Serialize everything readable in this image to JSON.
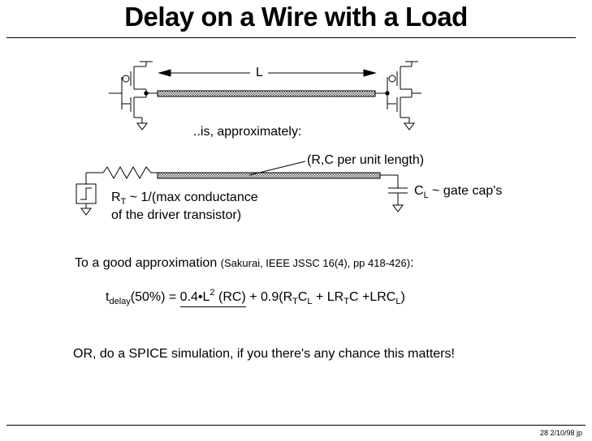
{
  "title": "Delay on a Wire with a Load",
  "diagram_top": {
    "length_label": "L"
  },
  "approx_text": "..is, approximately:",
  "diagram_bottom": {
    "rc_label": "(R,C per unit length)",
    "rt_label": "R",
    "rt_sub": "T",
    "rt_desc": " ~ 1/(max conductance",
    "rt_desc2": "of the driver transistor)",
    "cl_label": "C",
    "cl_sub": "L",
    "cl_desc": " ~ gate cap's"
  },
  "approximation": {
    "lead": "To a good approximation ",
    "citation": "(Sakurai, IEEE JSSC 16(4), pp 418-426)",
    "colon": ":"
  },
  "formula": {
    "t": "t",
    "t_sub": "delay",
    "arg": "(50%) = ",
    "term1a": "0.4•L",
    "term1_sup": "2",
    "term1b": " (RC)",
    "plus": " + 0.9(R",
    "s1": "T",
    "c1": "C",
    "s2": "L",
    "mid": " + LR",
    "s3": "T",
    "c2": "C +LRC",
    "s4": "L",
    "end": ")"
  },
  "spice_note": "OR, do a SPICE simulation, if you there's any chance this matters!",
  "footer": "28  2/10/98  jp"
}
